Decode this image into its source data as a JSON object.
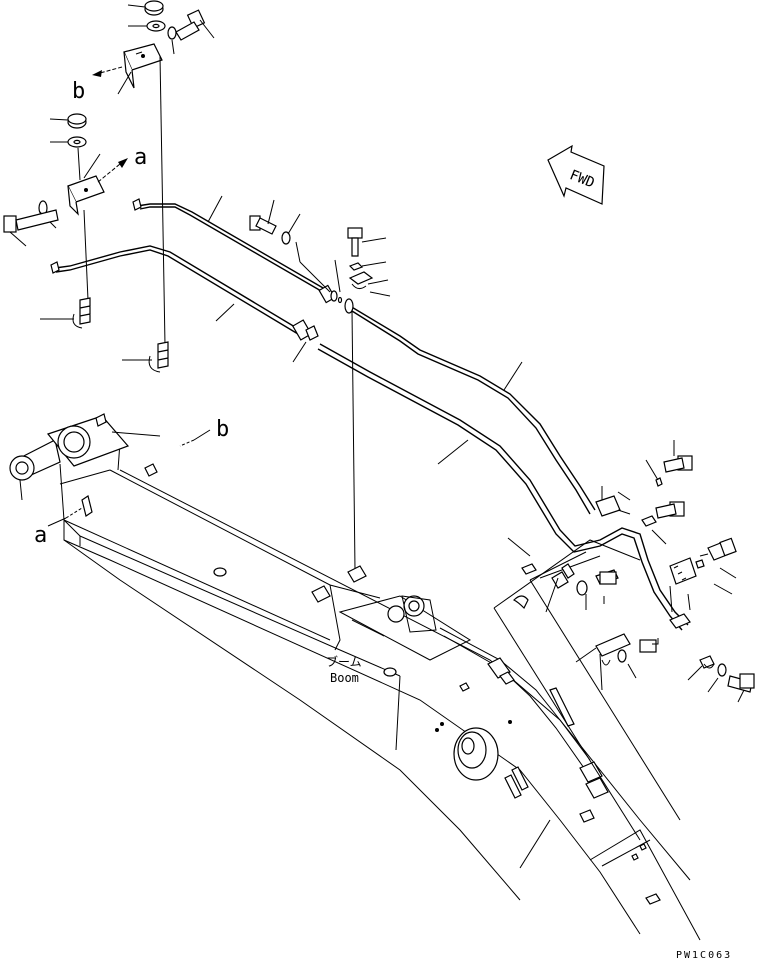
{
  "labels": {
    "callout_a_top": "a",
    "callout_b_top": "b",
    "callout_a_left": "a",
    "callout_b_mid": "b",
    "fwd": "FWD",
    "boom_jp": "ブーム",
    "boom_en": "Boom",
    "drawing_code": "PW1C063"
  }
}
